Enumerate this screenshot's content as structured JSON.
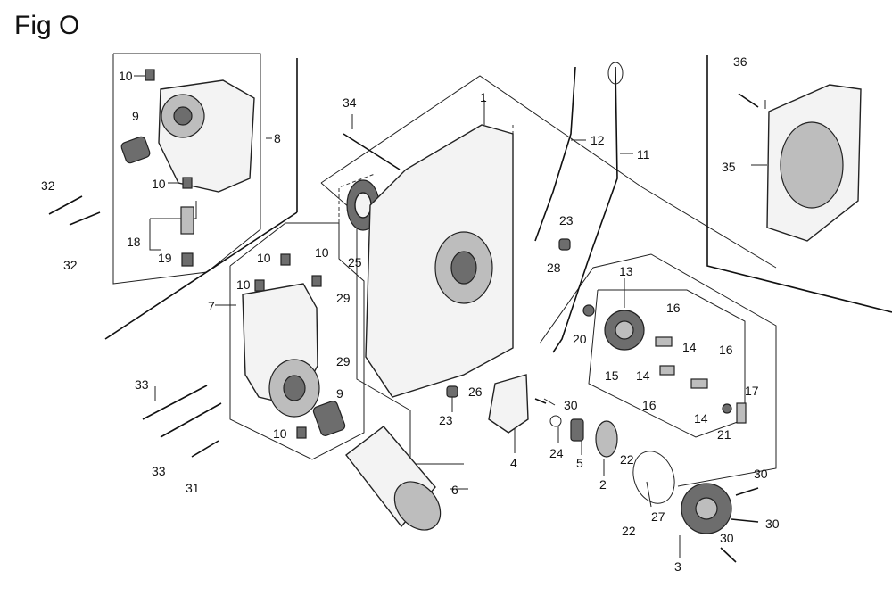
{
  "figure": {
    "title": "Fig O"
  },
  "callouts": [
    {
      "id": "c1",
      "label": "1"
    },
    {
      "id": "c2",
      "label": "2"
    },
    {
      "id": "c3",
      "label": "3"
    },
    {
      "id": "c4",
      "label": "4"
    },
    {
      "id": "c5",
      "label": "5"
    },
    {
      "id": "c6",
      "label": "6"
    },
    {
      "id": "c7",
      "label": "7"
    },
    {
      "id": "c8",
      "label": "8"
    },
    {
      "id": "c9a",
      "label": "9"
    },
    {
      "id": "c9b",
      "label": "9"
    },
    {
      "id": "c10a",
      "label": "10"
    },
    {
      "id": "c10b",
      "label": "10"
    },
    {
      "id": "c10c",
      "label": "10"
    },
    {
      "id": "c10d",
      "label": "10"
    },
    {
      "id": "c10e",
      "label": "10"
    },
    {
      "id": "c10f",
      "label": "10"
    },
    {
      "id": "c11",
      "label": "11"
    },
    {
      "id": "c12",
      "label": "12"
    },
    {
      "id": "c13",
      "label": "13"
    },
    {
      "id": "c14a",
      "label": "14"
    },
    {
      "id": "c14b",
      "label": "14"
    },
    {
      "id": "c14c",
      "label": "14"
    },
    {
      "id": "c15",
      "label": "15"
    },
    {
      "id": "c16a",
      "label": "16"
    },
    {
      "id": "c16b",
      "label": "16"
    },
    {
      "id": "c16c",
      "label": "16"
    },
    {
      "id": "c17",
      "label": "17"
    },
    {
      "id": "c18",
      "label": "18"
    },
    {
      "id": "c19",
      "label": "19"
    },
    {
      "id": "c20",
      "label": "20"
    },
    {
      "id": "c21",
      "label": "21"
    },
    {
      "id": "c22a",
      "label": "22"
    },
    {
      "id": "c22b",
      "label": "22"
    },
    {
      "id": "c23a",
      "label": "23"
    },
    {
      "id": "c23b",
      "label": "23"
    },
    {
      "id": "c24",
      "label": "24"
    },
    {
      "id": "c25",
      "label": "25"
    },
    {
      "id": "c26",
      "label": "26"
    },
    {
      "id": "c27",
      "label": "27"
    },
    {
      "id": "c28",
      "label": "28"
    },
    {
      "id": "c29a",
      "label": "29"
    },
    {
      "id": "c29b",
      "label": "29"
    },
    {
      "id": "c30a",
      "label": "30"
    },
    {
      "id": "c30b",
      "label": "30"
    },
    {
      "id": "c30c",
      "label": "30"
    },
    {
      "id": "c30d",
      "label": "30"
    },
    {
      "id": "c31",
      "label": "31"
    },
    {
      "id": "c32a",
      "label": "32"
    },
    {
      "id": "c32b",
      "label": "32"
    },
    {
      "id": "c33a",
      "label": "33"
    },
    {
      "id": "c33b",
      "label": "33"
    },
    {
      "id": "c34",
      "label": "34"
    },
    {
      "id": "c35",
      "label": "35"
    },
    {
      "id": "c36",
      "label": "36"
    }
  ]
}
